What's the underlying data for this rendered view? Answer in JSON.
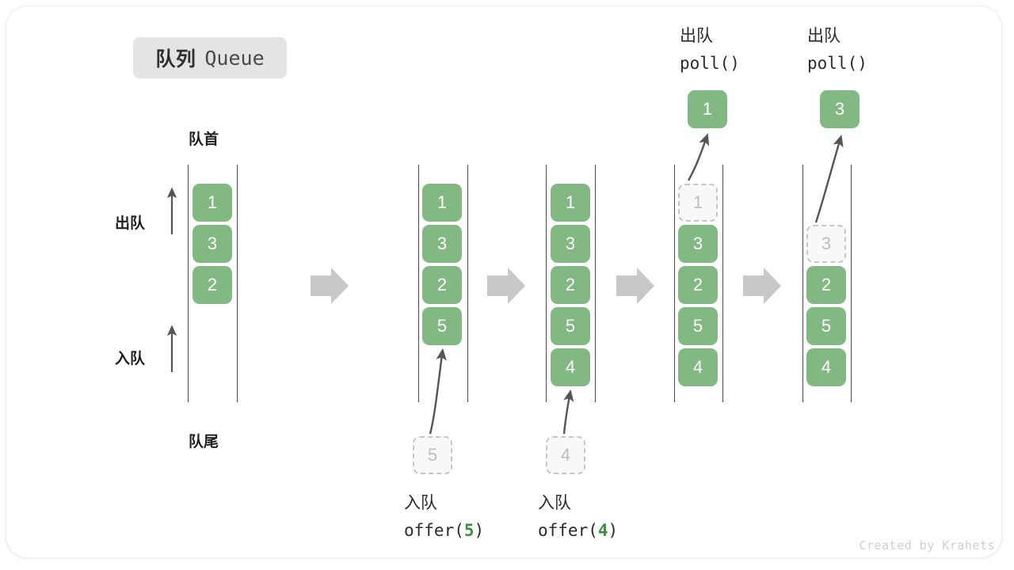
{
  "title": {
    "cn": "队列",
    "en": "Queue"
  },
  "labels": {
    "head": "队首",
    "tail": "队尾",
    "dequeue": "出队",
    "enqueue": "入队"
  },
  "watermark": "Created by Krahets",
  "colors": {
    "block_green": "#82b982",
    "ghost_fill": "#f8f8f8",
    "ghost_border": "#c6c6c6",
    "rail": "#4a4a4a",
    "step_arrow": "#c8c8c8",
    "badge_bg": "#e4e4e4",
    "code_accent": "#3e8e41"
  },
  "steps": [
    {
      "id": "step-1",
      "items": [
        "1",
        "3",
        "2"
      ],
      "ghost_index": null,
      "ghost_value": null,
      "op_line1": null,
      "op_line2_prefix": null,
      "op_line2_num": null,
      "op_line2_suffix": null,
      "output_value": null,
      "output_line1": null,
      "output_line2": null
    },
    {
      "id": "step-2",
      "items": [
        "1",
        "3",
        "2",
        "5"
      ],
      "ghost_index": null,
      "ghost_value": "5",
      "op_line1": "入队",
      "op_line2_prefix": "offer(",
      "op_line2_num": "5",
      "op_line2_suffix": ")",
      "output_value": null,
      "output_line1": null,
      "output_line2": null
    },
    {
      "id": "step-3",
      "items": [
        "1",
        "3",
        "2",
        "5",
        "4"
      ],
      "ghost_index": null,
      "ghost_value": "4",
      "op_line1": "入队",
      "op_line2_prefix": "offer(",
      "op_line2_num": "4",
      "op_line2_suffix": ")",
      "output_value": null,
      "output_line1": null,
      "output_line2": null
    },
    {
      "id": "step-4",
      "items": [
        "1",
        "3",
        "2",
        "5",
        "4"
      ],
      "ghost_index": 0,
      "ghost_value": "1",
      "op_line1": null,
      "op_line2_prefix": null,
      "op_line2_num": null,
      "op_line2_suffix": null,
      "output_value": "1",
      "output_line1": "出队",
      "output_line2": "poll()"
    },
    {
      "id": "step-5",
      "items": [
        "3",
        "2",
        "5",
        "4"
      ],
      "ghost_index": 0,
      "ghost_value": "3",
      "op_line1": null,
      "op_line2_prefix": null,
      "op_line2_num": null,
      "op_line2_suffix": null,
      "output_value": "3",
      "output_line1": "出队",
      "output_line2": "poll()"
    }
  ],
  "step_arrows": 4
}
